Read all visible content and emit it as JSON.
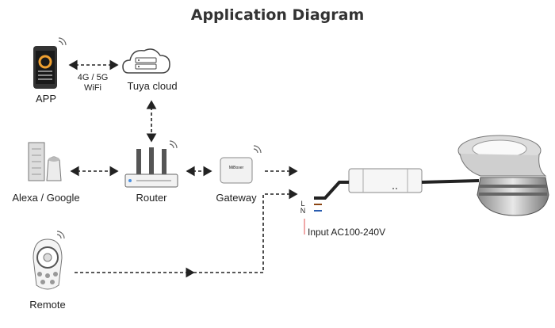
{
  "title": "Application Diagram",
  "nodes": {
    "app": "APP",
    "network": [
      "4G / 5G",
      "WiFi"
    ],
    "cloud": "Tuya cloud",
    "alexa": "Alexa / Google",
    "router": "Router",
    "gateway": "Gateway",
    "gateway_brand": "MiBoxer",
    "remote": "Remote",
    "wire_l": "L",
    "wire_n": "N",
    "input": "Input AC100-240V"
  },
  "colors": {
    "title": "#333333",
    "line": "#222222",
    "wire_brown": "#8b4513",
    "wire_blue": "#2a5db0",
    "input_mark": "#e05050"
  }
}
